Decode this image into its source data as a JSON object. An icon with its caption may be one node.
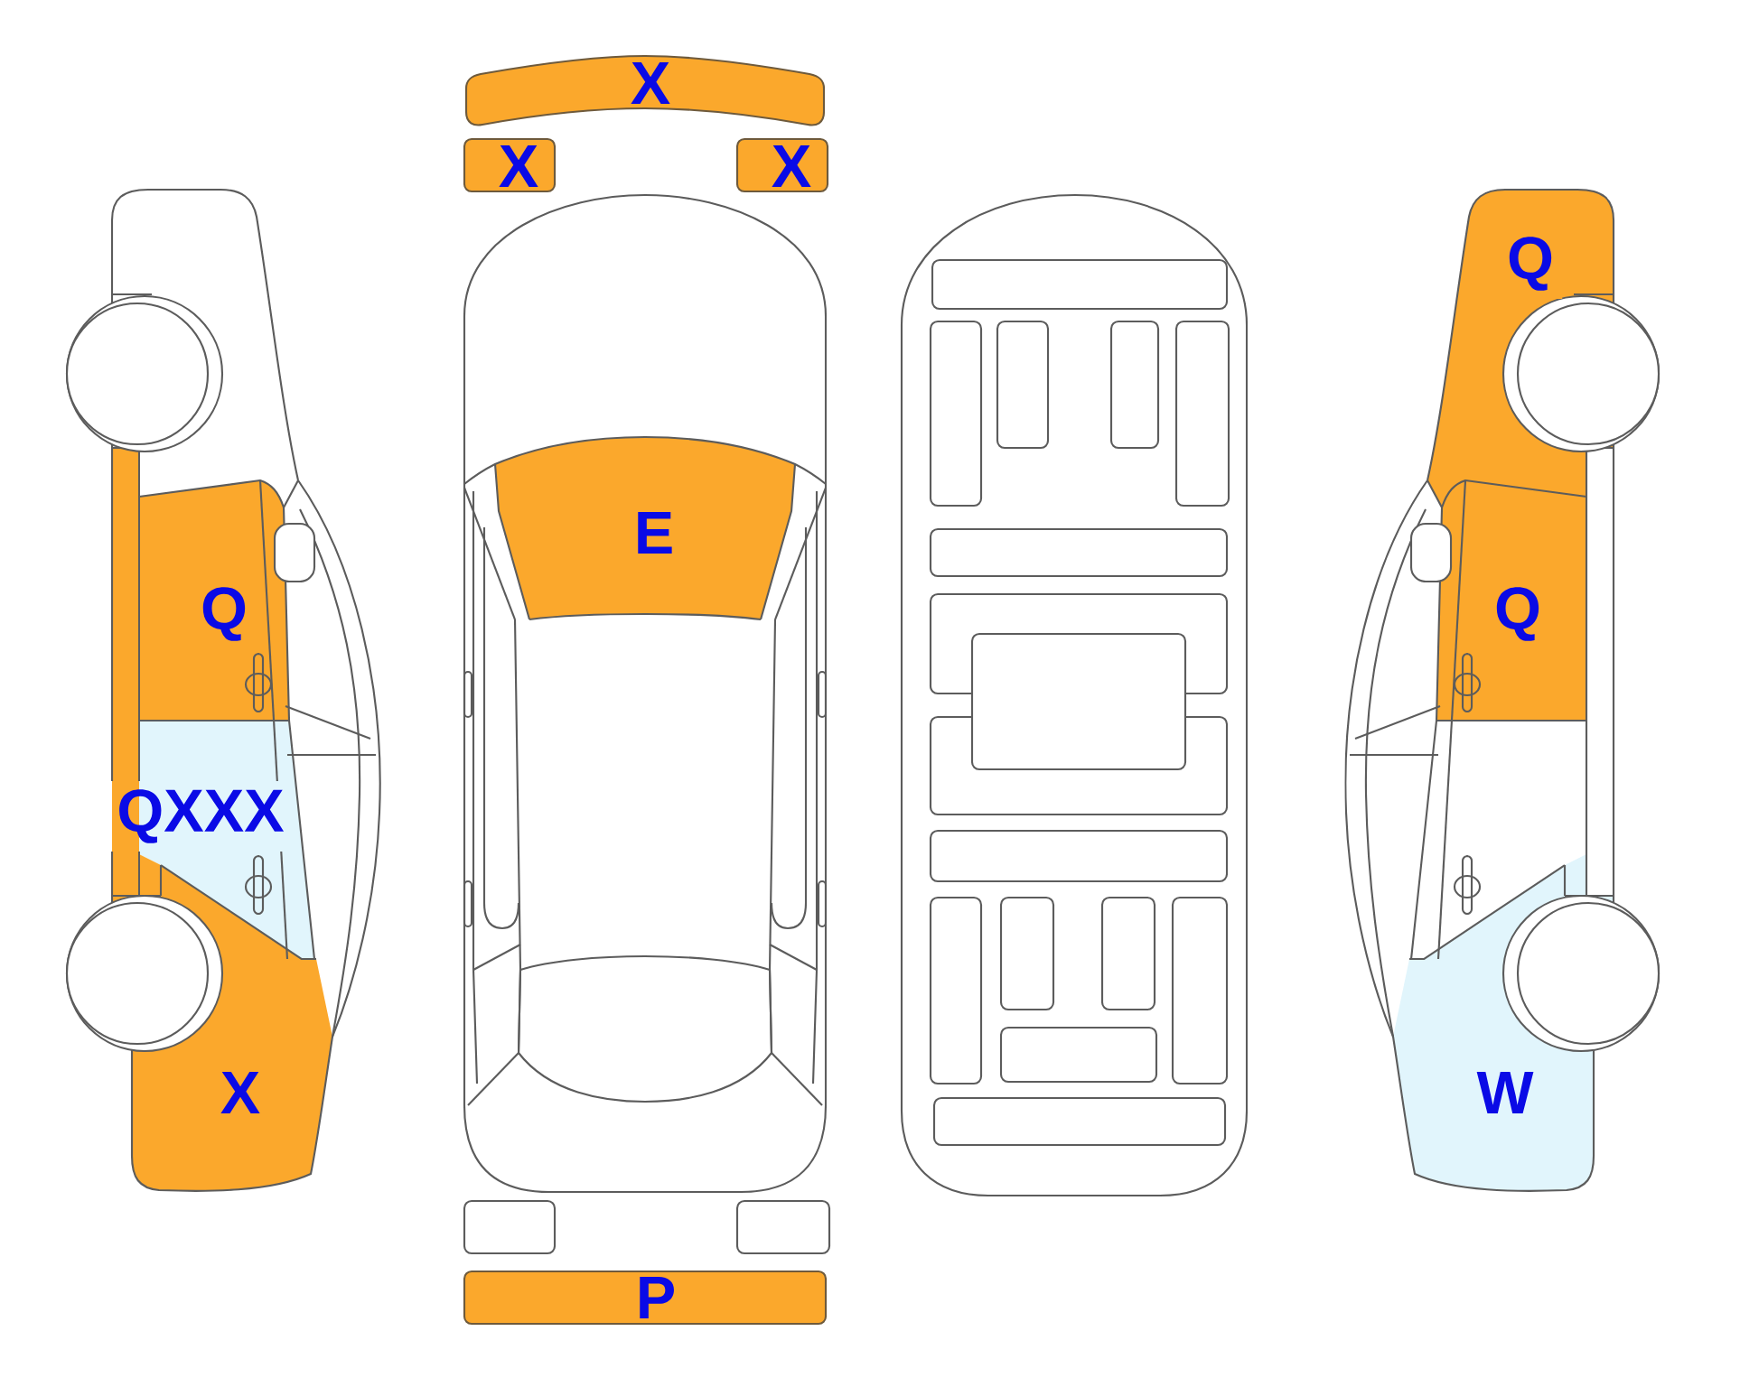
{
  "diagram": {
    "nodes": [
      {
        "text": [
          "Q"
        ]
      },
      {
        "text": [
          "QXXX"
        ]
      },
      {
        "text": [
          "X"
        ]
      },
      {
        "text": [
          "X"
        ]
      },
      {
        "text": [
          "X"
        ]
      },
      {
        "text": [
          "X"
        ]
      },
      {
        "text": [
          "E"
        ]
      },
      {
        "text": [],
        "shape": "box"
      },
      {
        "text": [],
        "shape": "box"
      },
      {
        "text": [
          "P"
        ]
      },
      {
        "text": [
          "Q"
        ]
      },
      {
        "text": [
          "Q"
        ]
      },
      {
        "text": [
          "W"
        ]
      }
    ]
  }
}
